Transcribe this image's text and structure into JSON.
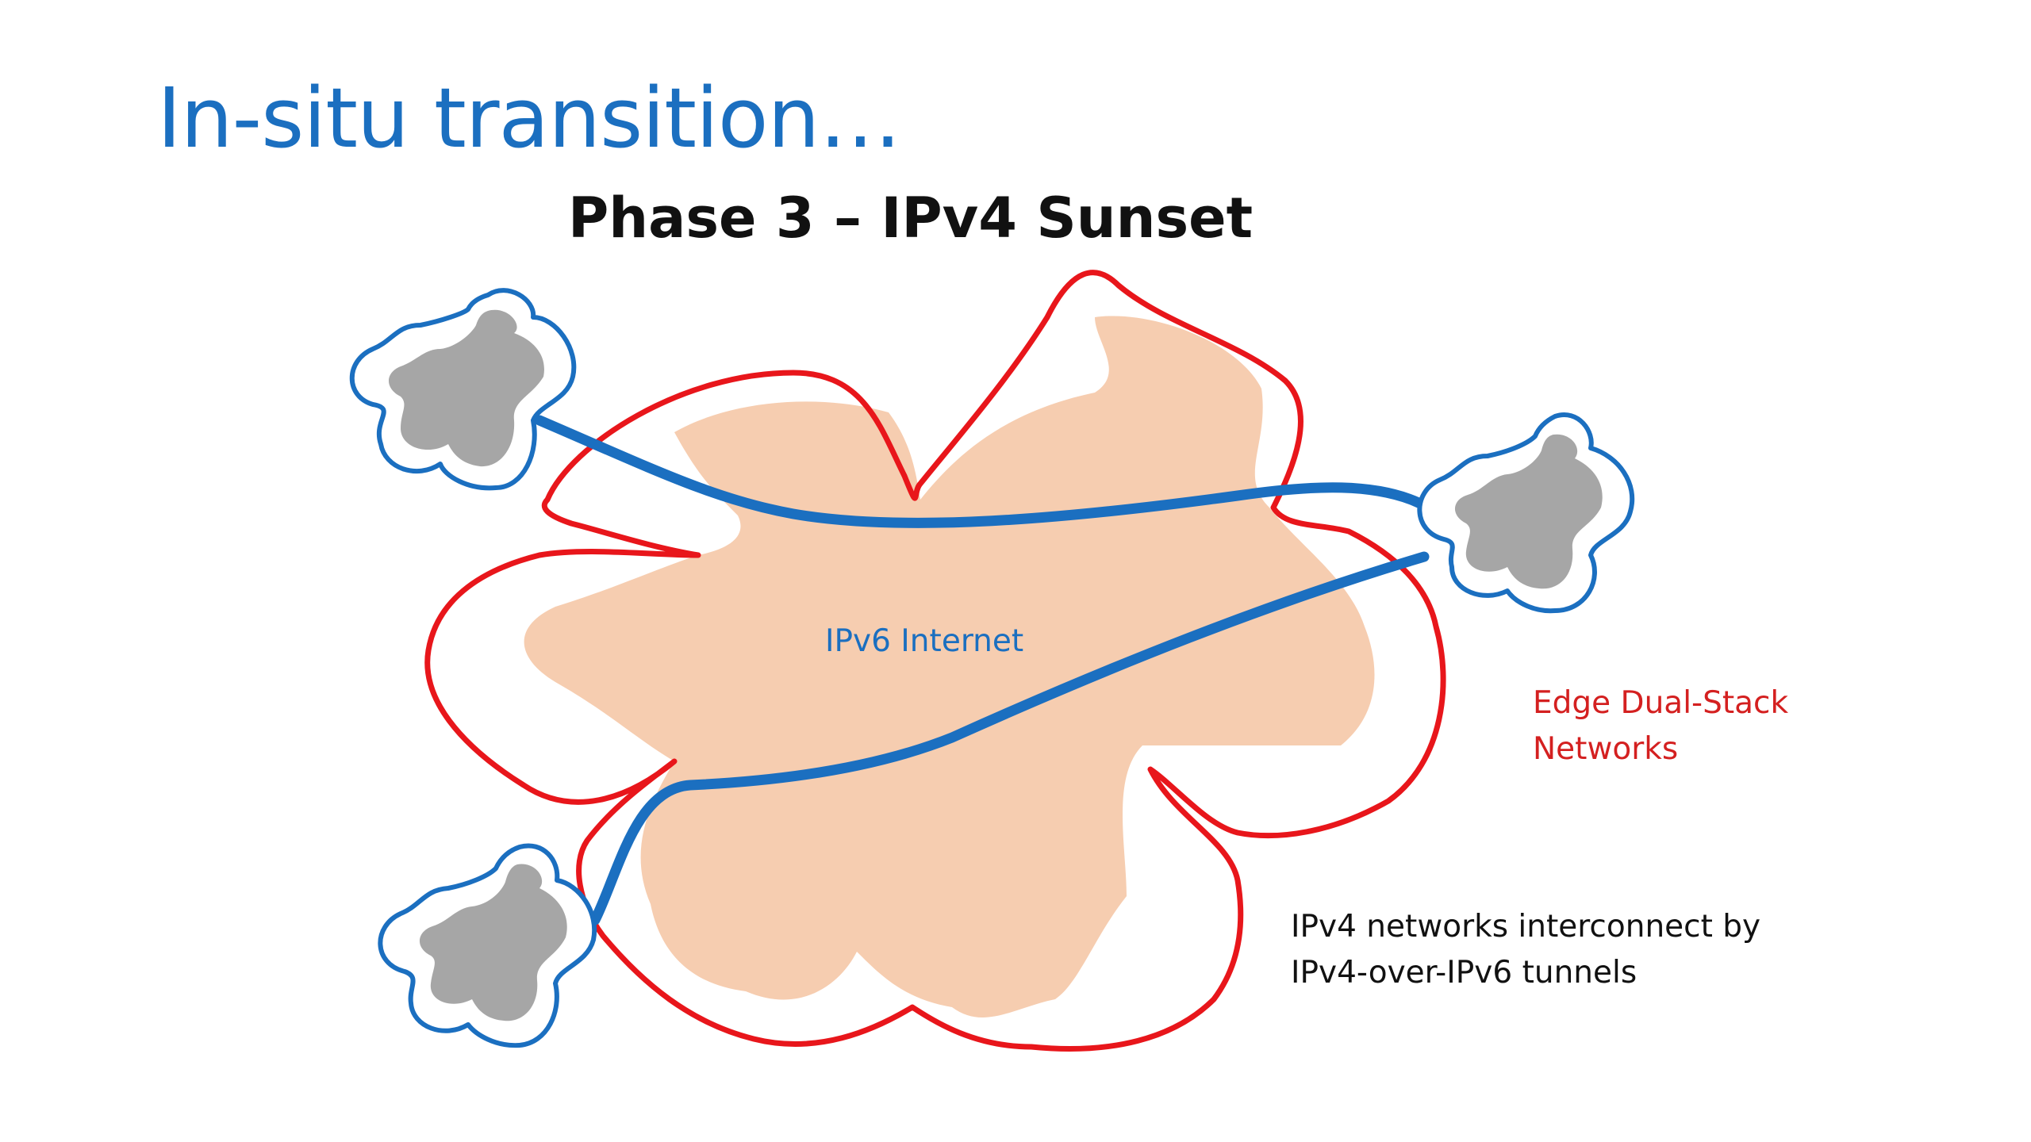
{
  "slide": {
    "title": "In-situ transition…",
    "subtitle": "Phase 3 – IPv4 Sunset"
  },
  "labels": {
    "core": "IPv6 Internet",
    "edge_line1": "Edge Dual-Stack",
    "edge_line2": "Networks",
    "tunnel_line1": "IPv4 networks interconnect by",
    "tunnel_line2": "IPv4-over-IPv6 tunnels"
  },
  "colors": {
    "title": "#1b6fc0",
    "core_fill": "#f6cdb0",
    "edge_outline": "#e8161b",
    "ipv4_outline": "#1b6fc0",
    "ipv4_fill": "#a6a6a6",
    "tunnel": "#1b6fc0",
    "edge_label": "#d42020"
  }
}
